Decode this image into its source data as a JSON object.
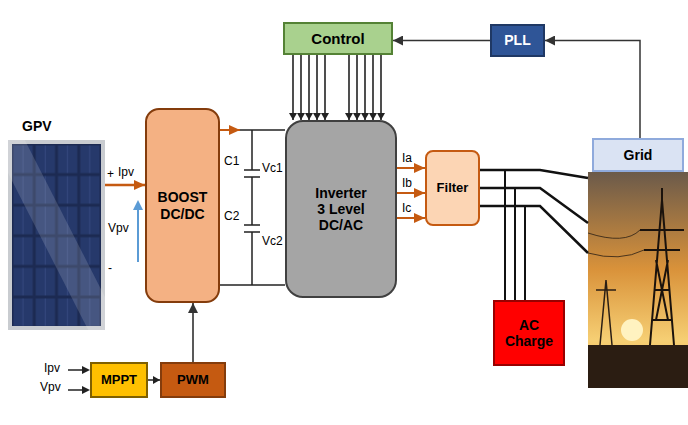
{
  "diagram": {
    "nodes": [
      {
        "text": [
          "Control"
        ]
      },
      {
        "text": [
          "PLL"
        ]
      },
      {
        "text": [
          "GPV"
        ]
      },
      {
        "text": [
          "BOOST DC/DC"
        ]
      },
      {
        "text": [
          "Inverter 3 Level DC/AC"
        ]
      },
      {
        "text": [
          "Filter"
        ]
      },
      {
        "text": [
          "Grid"
        ]
      },
      {
        "text": [
          "MPPT"
        ]
      },
      {
        "text": [
          "PWM"
        ]
      },
      {
        "text": [
          "AC Charge"
        ]
      }
    ],
    "edges": [
      {
        "from": 1,
        "to": 0,
        "arrow": "to"
      },
      {
        "from": 6,
        "to": 1,
        "arrow": "to"
      },
      {
        "from": 0,
        "to": 4,
        "arrow": "to"
      },
      {
        "from": 2,
        "to": 3,
        "arrow": "to",
        "label": "Ipv"
      },
      {
        "from": 3,
        "to": 4,
        "arrow": "to"
      },
      {
        "from": 4,
        "to": 5,
        "arrow": "to"
      },
      {
        "from": 5,
        "to": 6,
        "arrow": "none"
      },
      {
        "from": 7,
        "to": 8,
        "arrow": "to"
      },
      {
        "from": 8,
        "to": 3,
        "arrow": "to"
      }
    ],
    "labels": [
      "+",
      "Vpv",
      "-",
      "C1",
      "Vc1",
      "C2",
      "Vc2",
      "Ia",
      "Ib",
      "Ic",
      "Ipv",
      "Vpv"
    ]
  }
}
